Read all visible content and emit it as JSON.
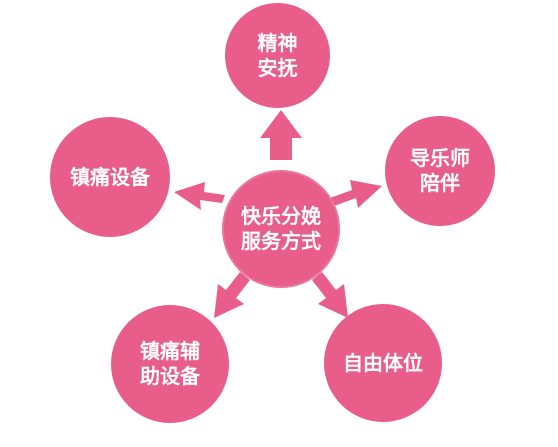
{
  "colors": {
    "node_fill": "#e85d8a",
    "arrow_fill": "#e85d8a",
    "text": "#ffffff"
  },
  "center": {
    "label": "快乐分娩\n服务方式"
  },
  "nodes": {
    "top": {
      "label": "精神\n安抚"
    },
    "left": {
      "label": "镇痛设备"
    },
    "right": {
      "label": "导乐师\n陪伴"
    },
    "bottom_left": {
      "label": "镇痛辅\n助设备"
    },
    "bottom_right": {
      "label": "自由体位"
    }
  }
}
